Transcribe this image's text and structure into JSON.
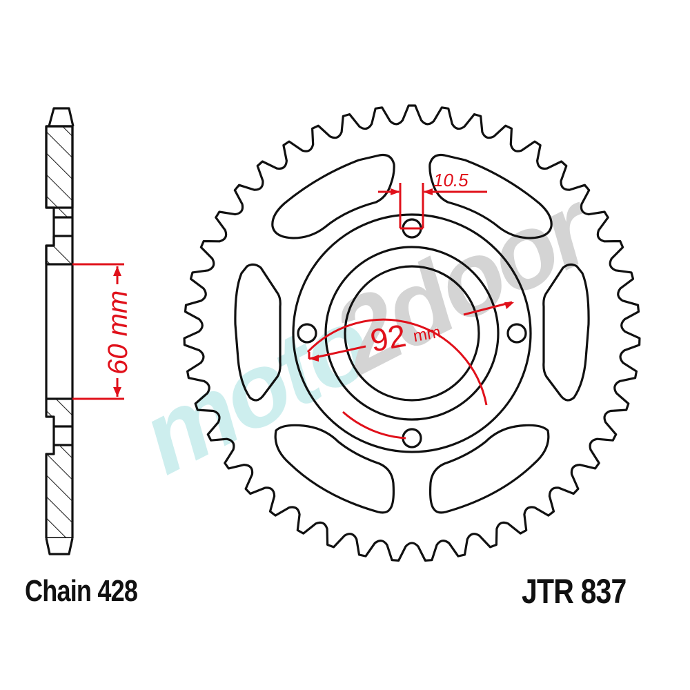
{
  "diagram": {
    "type": "sprocket-technical-drawing",
    "chain_label": "Chain 428",
    "part_number": "JTR 837",
    "dimensions": {
      "hub_bore": {
        "value": "60",
        "unit": "mm",
        "label": "60 mm"
      },
      "bolt_circle": {
        "value": "92",
        "unit": "mm",
        "label_value": "92",
        "label_unit": "mm"
      },
      "bolt_hole": {
        "value": "10.5",
        "label": "10.5"
      }
    },
    "bolt_holes": 4,
    "lightening_cutouts": 6,
    "watermark": {
      "text": "moto2door",
      "part1": "moto",
      "part2": "2door"
    },
    "colors": {
      "outline": "#111111",
      "dimension": "#e0101a",
      "watermark_cyan": "#cdeeee",
      "watermark_gray": "#d4d4d4",
      "hatch": "#222222",
      "background": "#ffffff"
    }
  }
}
